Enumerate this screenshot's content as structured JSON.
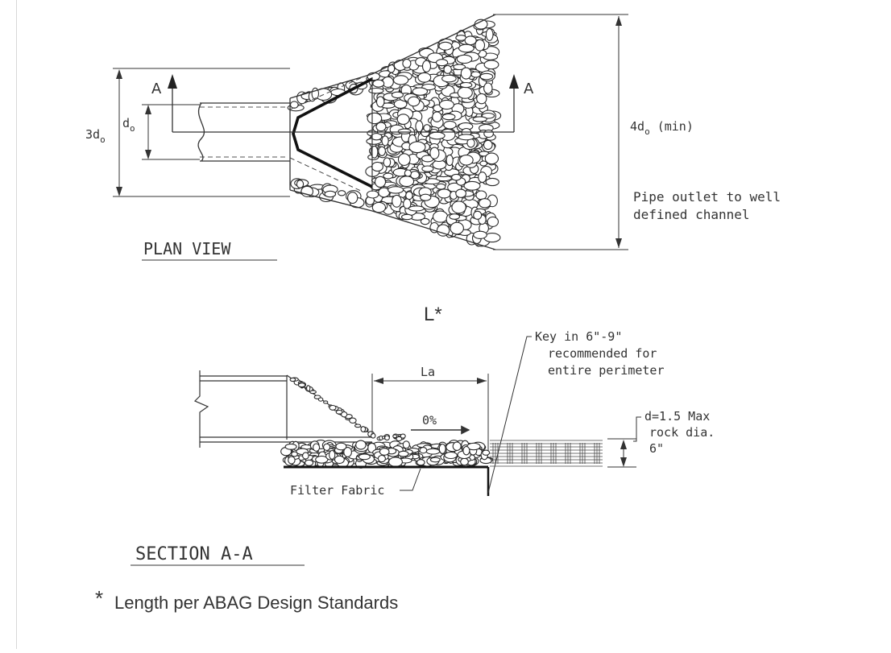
{
  "plan": {
    "dim_3do": "3d",
    "dim_3do_sub": "o",
    "dim_do": "d",
    "dim_do_sub": "o",
    "dim_4do": "4d",
    "dim_4do_sub": "o",
    "dim_4do_suffix": " (min)",
    "section_mark_left": "A",
    "section_mark_right": "A",
    "note_line1": "Pipe outlet to well",
    "note_line2": "defined channel",
    "title": "PLAN VIEW"
  },
  "section": {
    "length_label": "L*",
    "la_label": "La",
    "slope_label": "0%",
    "key_line1": "Key in 6\"-9\"",
    "key_line2": "recommended for",
    "key_line3": "entire perimeter",
    "depth_line1": "d=1.5 Max",
    "depth_line2": "rock dia.",
    "depth_line3": "6\"",
    "fabric_label": "Filter Fabric",
    "title": "SECTION A-A"
  },
  "footnote": {
    "star": "*",
    "text": "Length per ABAG Design Standards"
  },
  "colors": {
    "line": "#333333",
    "rock": "#2a2a2a",
    "frame": "#d8d8d8"
  }
}
